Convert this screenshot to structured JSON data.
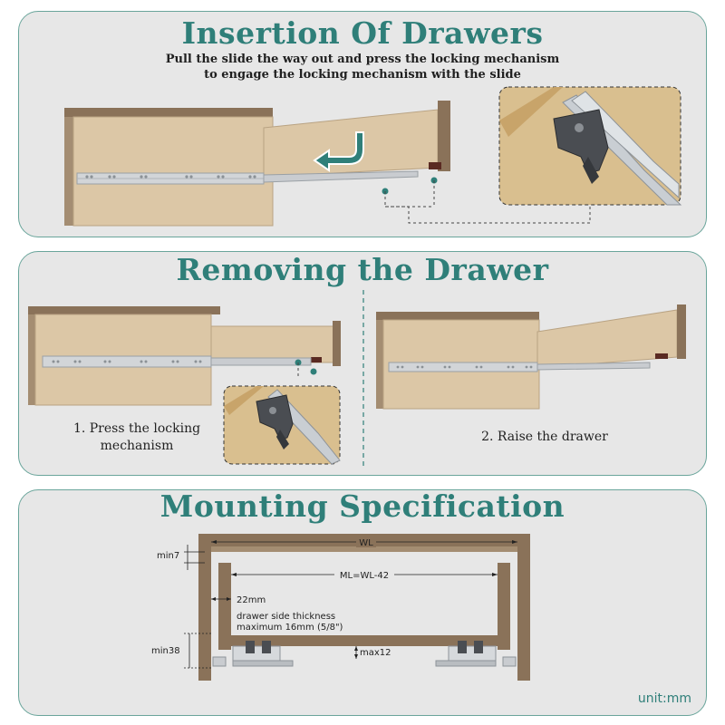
{
  "insertion": {
    "title": "Insertion Of Drawers",
    "instruction_line1": "Pull the slide the way out and press the locking mechanism",
    "instruction_line2": "to engage the locking mechanism with the slide"
  },
  "removing": {
    "title": "Removing the Drawer",
    "step1_line1": "1. Press the locking",
    "step1_line2": "mechanism",
    "step2": "2. Raise the drawer"
  },
  "mounting": {
    "title": "Mounting Specification",
    "wl": "WL",
    "ml": "ML=WL-42",
    "min7": "min7",
    "d22": "22mm",
    "thickness_line1": "drawer side thickness",
    "thickness_line2": "maximum 16mm (5/8\")",
    "min38": "min38",
    "max12": "max12",
    "unit": "unit:mm"
  },
  "colors": {
    "accent": "#2f7f79",
    "border": "#6aa59b",
    "wood_light": "#dcc7a6",
    "wood_dark": "#8a7259",
    "panel_bg": "#e7e7e7"
  }
}
